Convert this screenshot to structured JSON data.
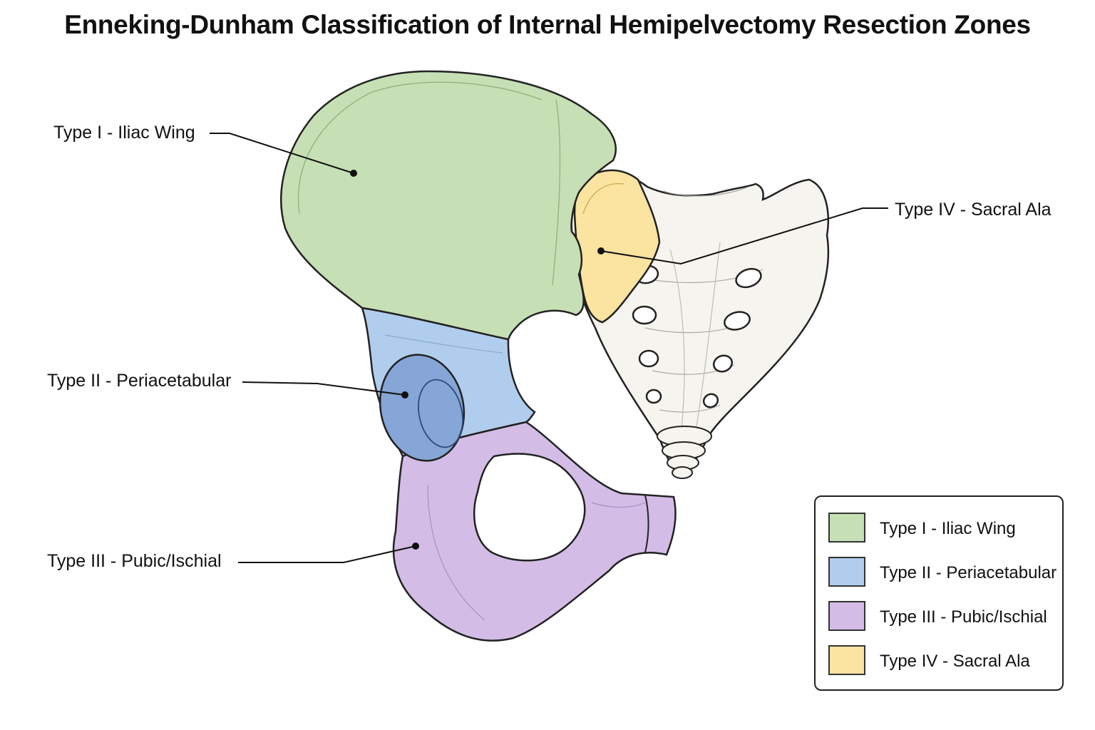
{
  "title": "Enneking-Dunham Classification of Internal Hemipelvectomy Resection Zones",
  "zones": [
    {
      "label": "Type I - Iliac Wing",
      "color": "#c6dfb4"
    },
    {
      "label": "Type II - Periacetabular",
      "color": "#b1cdee"
    },
    {
      "label": "Type III - Pubic/Ischial",
      "color": "#d3bde6"
    },
    {
      "label": "Type IV - Sacral Ala",
      "color": "#fbe3a0"
    }
  ],
  "colors": {
    "acetabulum": "#85a6d6",
    "sacrum": "#f6f4ee",
    "outline": "#222222"
  }
}
